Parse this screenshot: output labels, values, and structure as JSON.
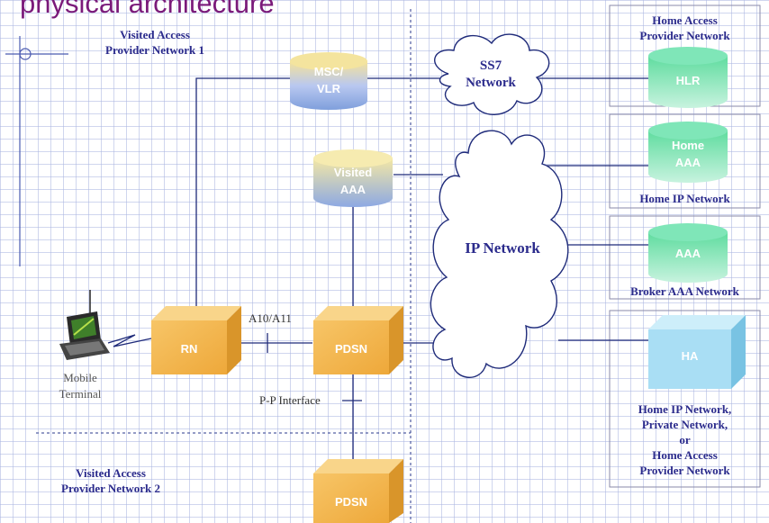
{
  "heading": "physical architecture",
  "regions": {
    "visited1": "Visited Access\nProvider Network 1",
    "visited2": "Visited Access\nProvider Network 2",
    "home_access": "Home Access\nProvider Network",
    "home_ip": "Home IP Network",
    "broker": "Broker AAA Network",
    "ha_region": "Home IP Network,\nPrivate Network,\nor\nHome Access\nProvider Network"
  },
  "nodes": {
    "msc_vlr": "MSC/\nVLR",
    "visited_aaa": "Visited\nAAA",
    "hlr": "HLR",
    "home_aaa": "Home\nAAA",
    "broker_aaa": "AAA",
    "rn": "RN",
    "pdsn": "PDSN",
    "pdsn2": "PDSN",
    "ha": "HA"
  },
  "clouds": {
    "ss7": "SS7\nNetwork",
    "ip": "IP Network"
  },
  "labels": {
    "a10a11": "A10/A11",
    "pp_interface": "P-P Interface",
    "mobile_terminal": "Mobile\nTerminal"
  },
  "colors": {
    "cylinder_green": "#6ee0aa",
    "cylinder_blue": "#8faee0",
    "box_orange": "#f3b74f",
    "box_blue": "#9fd6f0",
    "region_text": "#2b2b8c",
    "line": "#1f2b7a"
  }
}
